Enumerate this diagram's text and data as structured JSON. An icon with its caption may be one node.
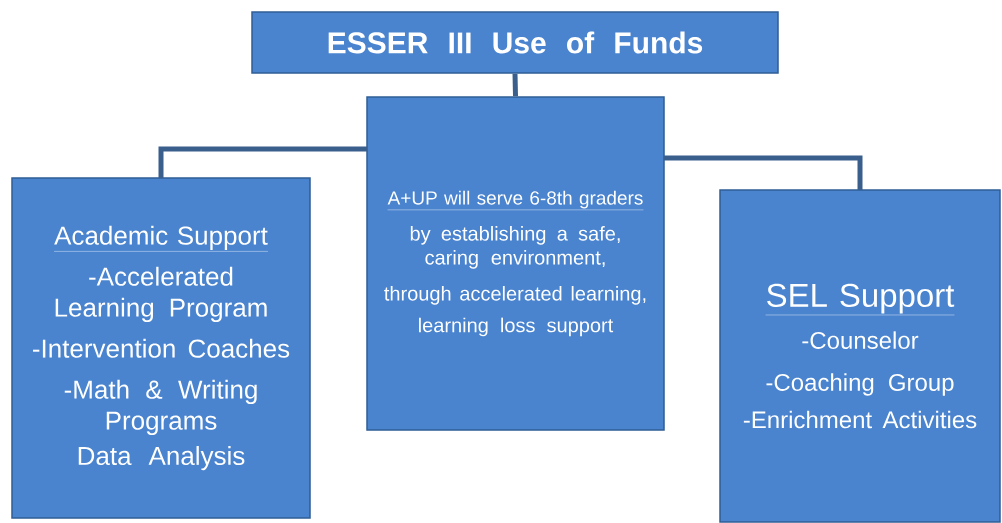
{
  "diagram": {
    "nodes": [
      {
        "text": [
          "ESSER III Use of Funds"
        ]
      },
      {
        "text": [
          "A+UP will serve 6-8th graders",
          "by establishing a safe, caring environment,",
          "through accelerated learning,",
          "learning loss support"
        ]
      },
      {
        "text": [
          "Academic Support",
          "-Accelerated Learning Program",
          "-Intervention Coaches",
          "-Math & Writing Programs",
          "Data Analysis"
        ]
      },
      {
        "text": [
          "SEL Support",
          "-Counselor",
          "-Coaching Group",
          "-Enrichment Activities"
        ]
      }
    ],
    "edges": [
      {
        "from": 0,
        "to": 1,
        "arrow": "none"
      },
      {
        "from": 1,
        "to": 2,
        "arrow": "none"
      },
      {
        "from": 1,
        "to": 3,
        "arrow": "none"
      }
    ]
  }
}
